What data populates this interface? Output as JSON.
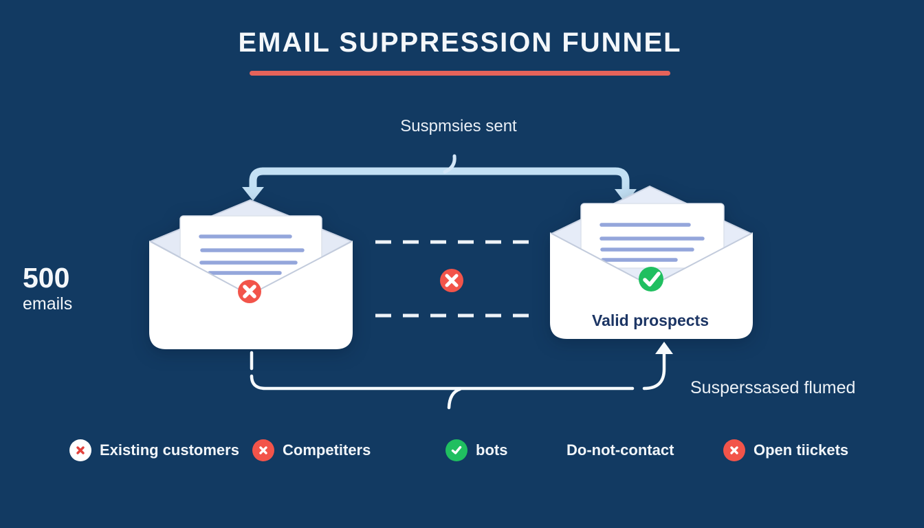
{
  "title": "EMAIL SUPPRESSION FUNNEL",
  "flow": {
    "top_label": "Suspmsies sent",
    "source_count": "500",
    "source_unit": "emails",
    "left_envelope_status": "rejected",
    "right_envelope_status": "accepted",
    "valid_label": "Valid prospects",
    "return_label": "Susperssased flumed"
  },
  "legend": {
    "items": [
      {
        "icon": "x-circle-light",
        "label": "Existing customers"
      },
      {
        "icon": "x-circle-red",
        "label": "Competiters"
      },
      {
        "icon": "check-circle-green",
        "label": "bots"
      },
      {
        "icon": "none",
        "label": "Do-not-contact"
      },
      {
        "icon": "x-circle-red",
        "label": "Open tiickets"
      }
    ]
  },
  "colors": {
    "background": "#123A62",
    "accent_red_rule": "#E5635A",
    "badge_red": "#F2544A",
    "badge_green": "#20BF60",
    "arrow_pale_blue": "#C3E0F4",
    "path_white": "#F6FAFD",
    "text_light": "#F2F6FA",
    "text_navy": "#1C3564",
    "envelope_flap": "#E4EAF6",
    "letter_line_blue": "#94A6DB"
  }
}
